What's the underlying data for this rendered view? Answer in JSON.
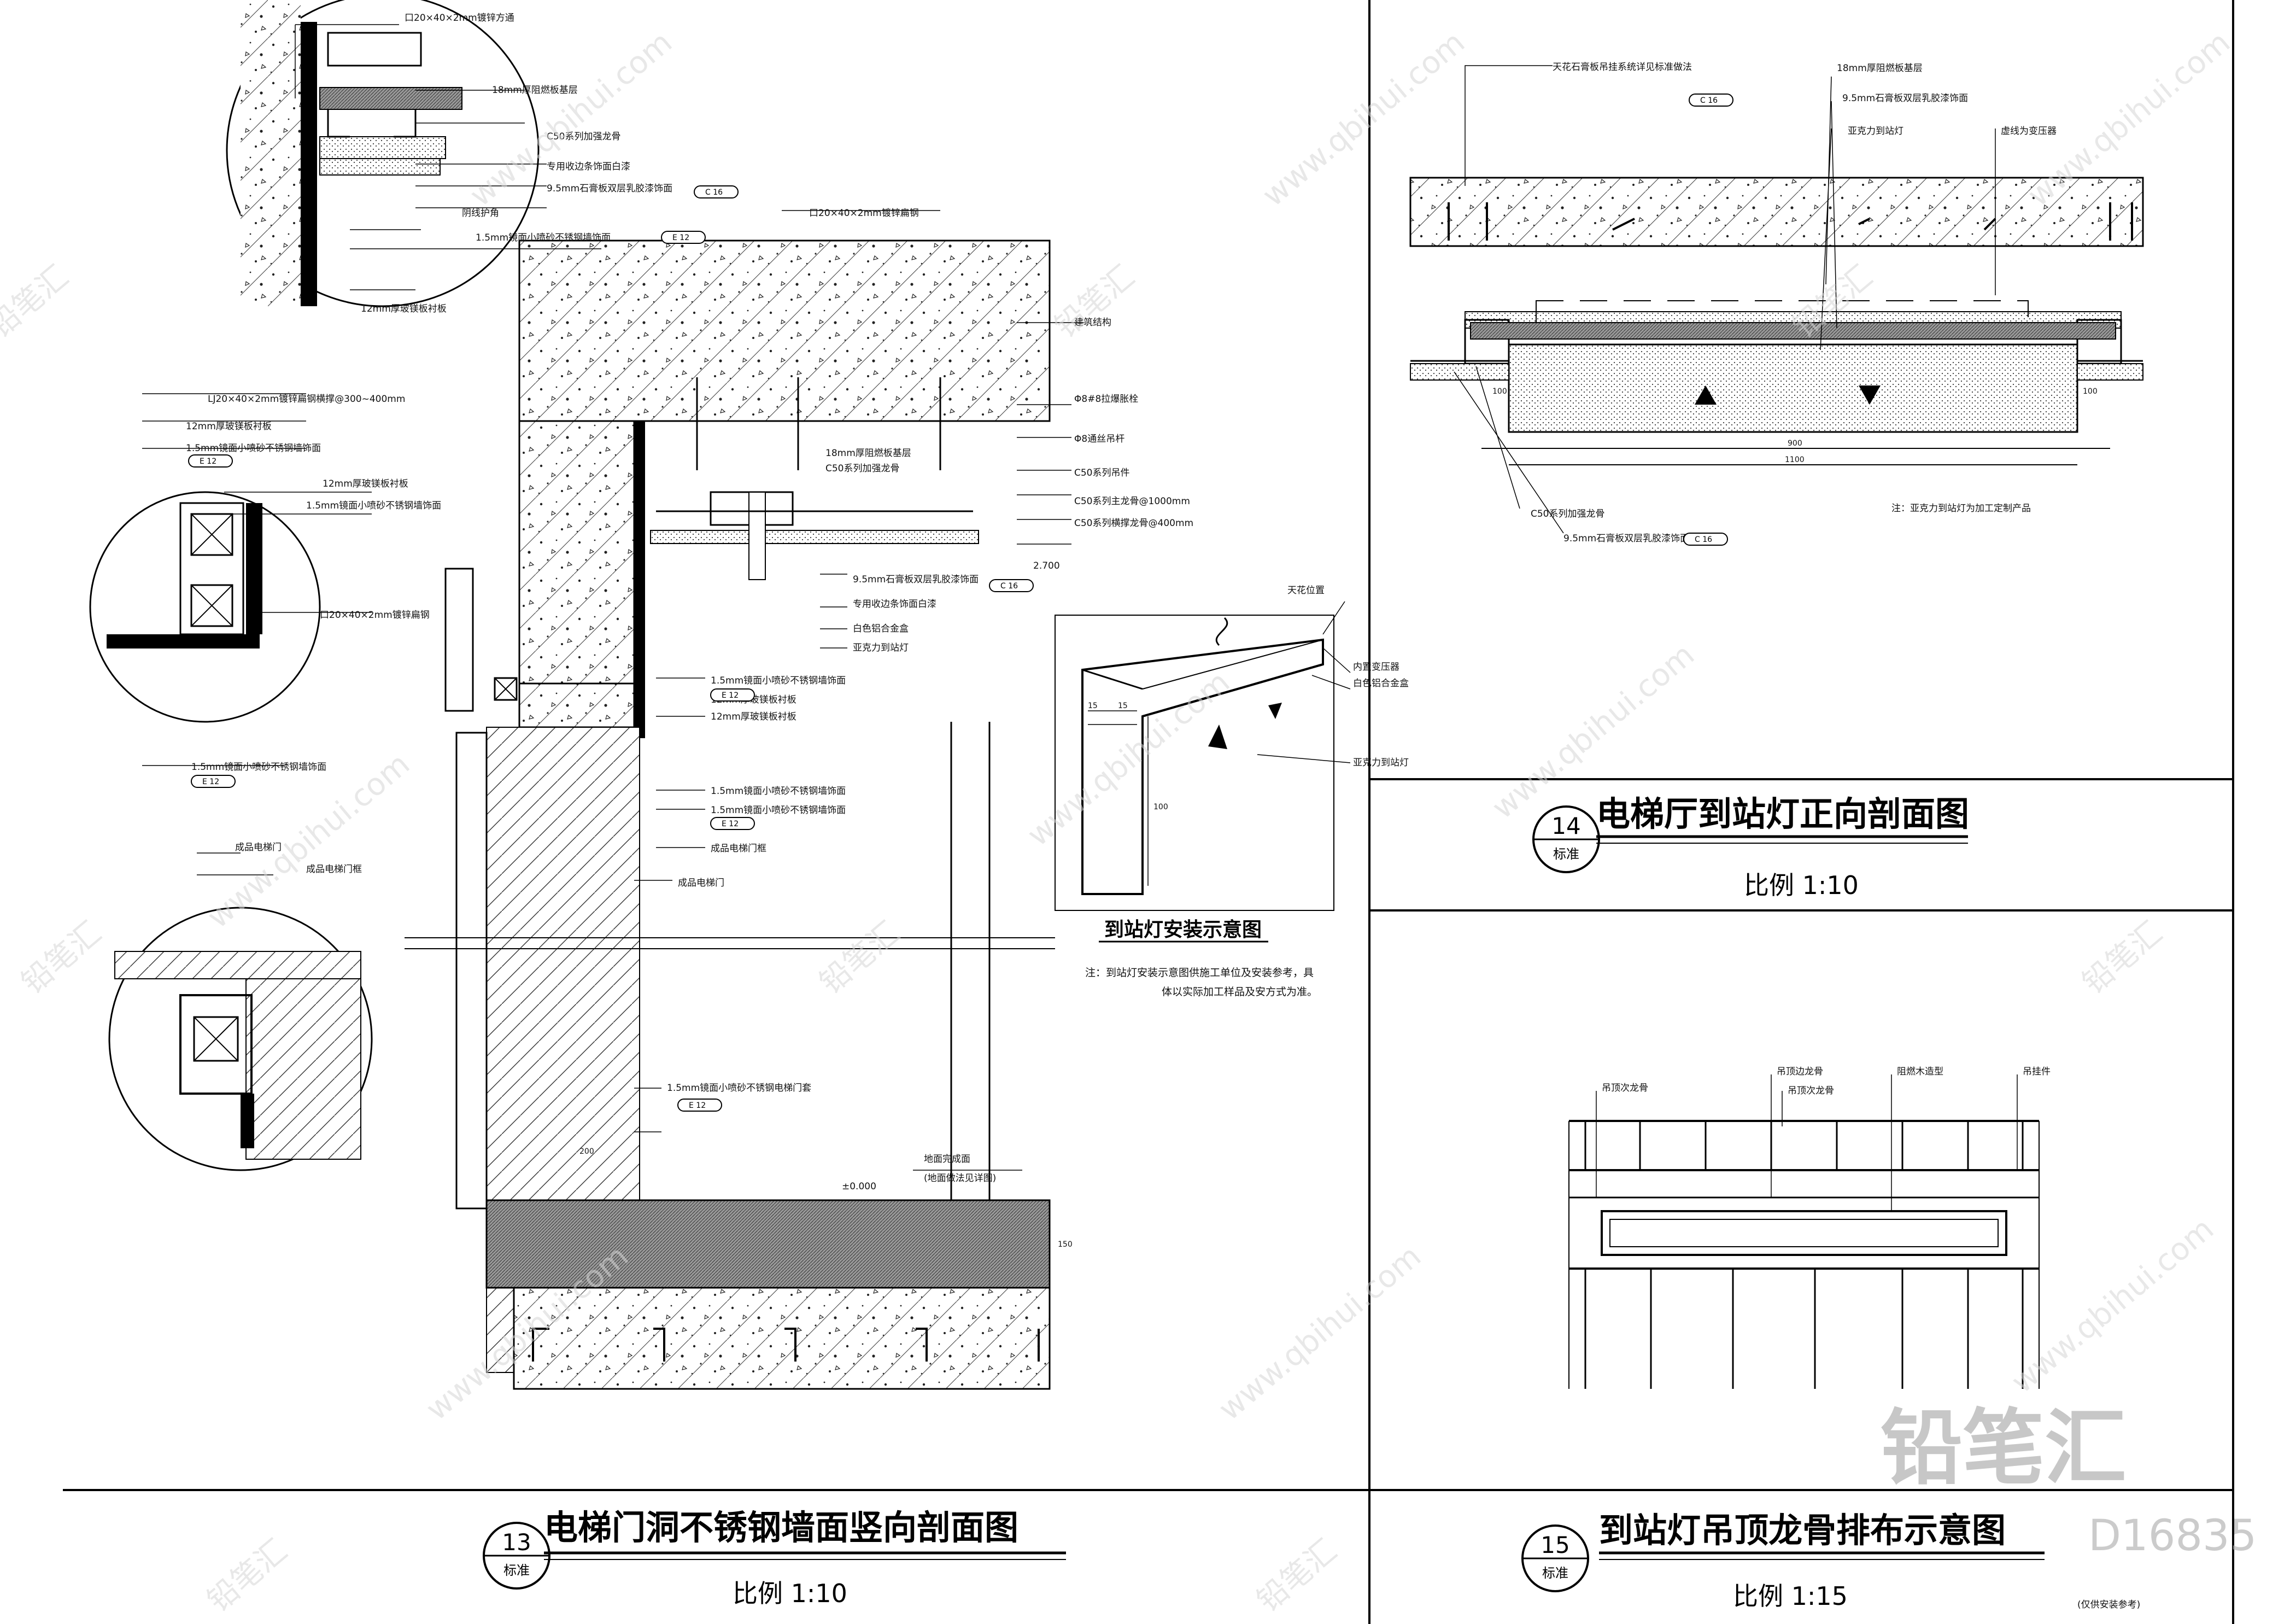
{
  "drawing_13": {
    "number": "13",
    "standard": "标准",
    "title": "电梯门洞不锈钢墙面竖向剖面图",
    "scale": "比例 1:10",
    "labels": {
      "a1": "口20×40×2mm镀锌方通",
      "a2": "18mm厚阻燃板基层",
      "a3": "C50系列加强龙骨",
      "a4": "专用收边条饰面白漆",
      "a5": "9.5mm石膏板双层乳胶漆饰面",
      "a6": "阴线护角",
      "a7": "1.5mm镜面小喷砂不锈钢墙饰面",
      "a8": "12mm厚玻镁板衬板",
      "b1": "LJ20×40×2mm镀锌扁钢横撑@300~400mm",
      "b2": "12mm厚玻镁板衬板",
      "b3": "1.5mm镜面小喷砂不锈钢墙饰面",
      "b4": "12mm厚玻镁板衬板",
      "b5": "1.5mm镜面小喷砂不锈钢墙饰面",
      "b6": "口20×40×2mm镀锌扁钢",
      "b7": "1.5mm镜面小喷砂不锈钢墙饰面",
      "c1": "成品电梯门",
      "c2": "成品电梯门框",
      "m1": "口20×40×2mm镀锌扁钢",
      "m2": "建筑结构",
      "m3": "Φ8#8拉爆胀栓",
      "m4": "Φ8通丝吊杆",
      "m5": "18mm厚阻燃板基层",
      "m6": "C50系列加强龙骨",
      "m7": "C50系列吊件",
      "m8": "C50系列主龙骨@1000mm",
      "m9": "C50系列横撑龙骨@400mm",
      "m10": "9.5mm石膏板双层乳胶漆饰面",
      "m11": "专用收边条饰面白漆",
      "m12": "白色铝合金盒",
      "m13": "亚克力到站灯",
      "m14": "1.5mm镜面小喷砂不锈钢墙饰面",
      "m15": "12mm厚玻镁板衬板",
      "m16": "12mm厚玻镁板衬板",
      "m17": "1.5mm镜面小喷砂不锈钢墙饰面",
      "m18": "1.5mm镜面小喷砂不锈钢墙饰面",
      "m19": "成品电梯门框",
      "m20": "成品电梯门",
      "m21": "1.5mm镜面小喷砂不锈钢电梯门套",
      "m22": "地面完成面",
      "m23": "(地面做法见详图)",
      "elev1": "2.700",
      "elev0": "±0.000",
      "dim_200": "200",
      "dim_150": "150",
      "tag_c16": "C 16",
      "tag_e12": "E 12"
    }
  },
  "install_sketch": {
    "title": "到站灯安装示意图",
    "labels": {
      "s1": "天花位置",
      "s2": "内置变压器",
      "s3": "白色铝合金盒",
      "s4": "亚克力到站灯",
      "d1": "15",
      "d2": "15",
      "d3": "100"
    },
    "note_line1": "注：到站灯安装示意图供施工单位及安装参考，具",
    "note_line2": "体以实际加工样品及安方式为准。"
  },
  "drawing_14": {
    "number": "14",
    "standard": "标准",
    "title": "电梯厅到站灯正向剖面图",
    "scale": "比例 1:10",
    "labels": {
      "t1": "天花石膏板吊挂系统详见标准做法",
      "t2": "18mm厚阻燃板基层",
      "t3": "9.5mm石膏板双层乳胶漆饰面",
      "t4": "亚克力到站灯",
      "t5": "虚线为变压器",
      "t6": "C50系列加强龙骨",
      "t7": "9.5mm石膏板双层乳胶漆饰面",
      "note": "注：亚克力到站灯为加工定制产品",
      "dim_900": "900",
      "dim_1100": "1100",
      "dim_100a": "100",
      "dim_100b": "100"
    }
  },
  "drawing_15": {
    "number": "15",
    "standard": "标准",
    "title": "到站灯吊顶龙骨排布示意图",
    "scale": "比例 1:15",
    "labels": {
      "r1": "吊顶次龙骨",
      "r2": "吊顶边龙骨",
      "r3": "吊顶次龙骨",
      "r4": "阻燃木造型",
      "r5": "吊挂件"
    },
    "footnote": "(仅供安装参考)"
  },
  "watermark": {
    "brand": "铅笔汇",
    "site": "www.qbihui.com",
    "code_fragment": "D16835"
  }
}
